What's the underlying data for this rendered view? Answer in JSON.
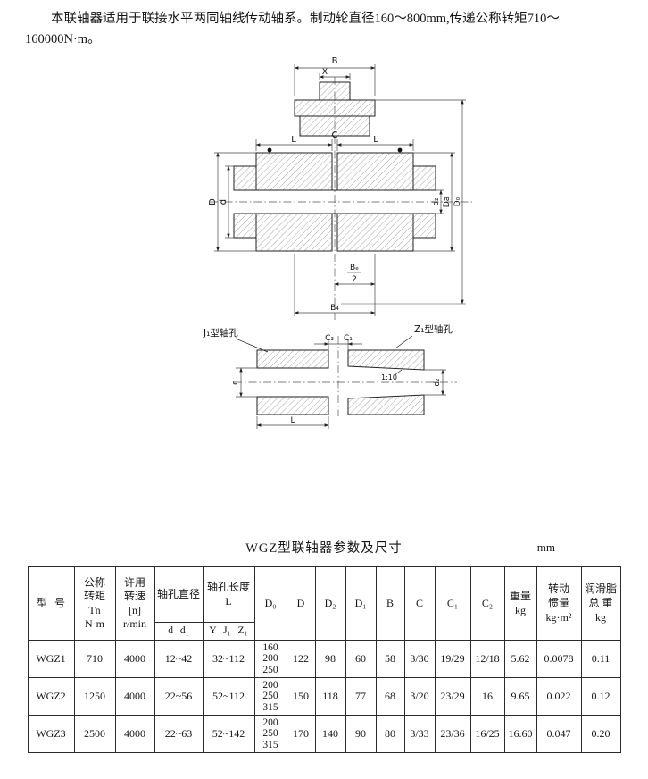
{
  "intro": {
    "text": "本联轴器适用于联接水平两同轴线传动轴系。制动轮直径160～800mm,传递公称转矩710～160000N·m。"
  },
  "drawing": {
    "labels": {
      "B": "B",
      "X": "X",
      "L_left": "L",
      "C": "C",
      "L_right": "L",
      "D": "D",
      "d": "d",
      "d2": "d₂",
      "Da": "Da",
      "D0": "D₀",
      "Be_num": "Bₑ",
      "Be_den": "2",
      "B4": "B₄",
      "J1_hole": "J₁型轴孔",
      "Z1_hole": "Z₁型轴孔",
      "C3": "C₃",
      "C1": "C₁",
      "d_detail": "d",
      "L_detail": "L",
      "taper": "1:10",
      "d2_detail": "d₂"
    }
  },
  "table": {
    "title": "WGZ型联轴器参数及尺寸",
    "unit": "mm",
    "headers": {
      "model": "型 号",
      "torque": "公称\n转矩\nTn\nN·m",
      "speed": "许用\n转速\n[n]\nr/min",
      "bore_dia_top": "轴孔直径",
      "bore_dia_sub": "d d₁",
      "bore_len_top": "轴孔长度\nL",
      "bore_len_sub": "Y J₁ Z₁",
      "D0": "D₀",
      "D": "D",
      "D2": "D₂",
      "D1": "D₁",
      "B": "B",
      "C": "C",
      "C1": "C₁",
      "C2": "C₂",
      "weight": "重量\nkg",
      "inertia": "转动\n惯量\nkg·m²",
      "grease": "润滑脂\n总 重\nkg"
    },
    "rows": [
      [
        "WGZ1",
        "710",
        "4000",
        "12~42",
        "32~112",
        "160\n200\n250",
        "122",
        "98",
        "60",
        "58",
        "3/30",
        "19/29",
        "12/18",
        "5.62",
        "0.0078",
        "0.11"
      ],
      [
        "WGZ2",
        "1250",
        "4000",
        "22~56",
        "52~112",
        "200\n250\n315",
        "150",
        "118",
        "77",
        "68",
        "3/20",
        "23/29",
        "16",
        "9.65",
        "0.022",
        "0.12"
      ],
      [
        "WGZ3",
        "2500",
        "4000",
        "22~63",
        "52~142",
        "200\n250\n315",
        "170",
        "140",
        "90",
        "80",
        "3/33",
        "23/36",
        "16/25",
        "16.60",
        "0.047",
        "0.20"
      ]
    ]
  }
}
